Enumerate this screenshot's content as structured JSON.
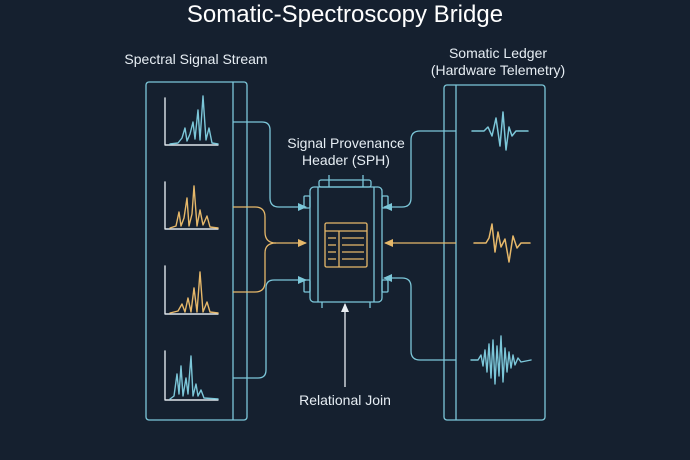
{
  "title": "Somatic-Spectroscopy Bridge",
  "left_panel": {
    "label": "Spectral Signal Stream"
  },
  "right_panel": {
    "label_line1": "Somatic Ledger",
    "label_line2": "(Hardware Telemetry)"
  },
  "center_device": {
    "label_line1": "Signal Provenance",
    "label_line2": "Header (SPH)"
  },
  "join": {
    "label": "Relational Join"
  },
  "colors": {
    "background": "#15202f",
    "cyan": "#7cc7d9",
    "amber": "#e6b86a",
    "text": "#e6edf3",
    "arrow_join": "#e9edf2"
  },
  "icons": [
    "spectrum-peaks-icon",
    "waveform-icon",
    "document-table-icon"
  ]
}
